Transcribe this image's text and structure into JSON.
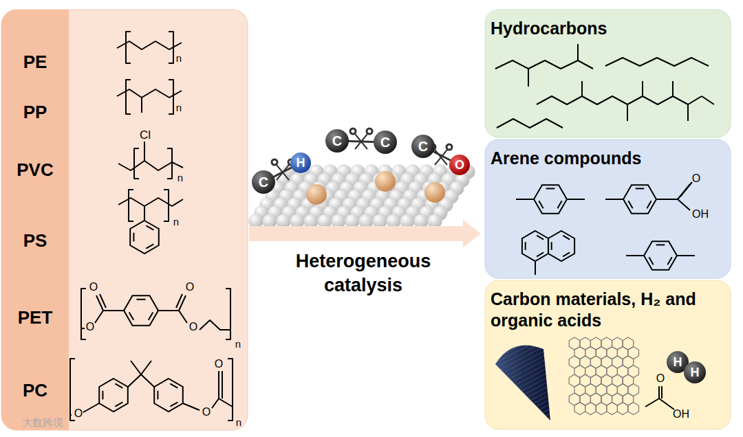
{
  "diagram": {
    "nodes": [
      {
        "text": [
          "PE",
          "PP",
          "PVC",
          "PS",
          "PET",
          "PC"
        ]
      },
      {
        "text": [
          "Hydrocarbons"
        ]
      },
      {
        "text": [
          "Arene compounds"
        ]
      },
      {
        "text": [
          "Carbon materials, H₂ and organic acids"
        ]
      }
    ],
    "edges": [
      {
        "from": 0,
        "to": 2,
        "arrow": "to"
      }
    ],
    "labels": [
      "n",
      "n",
      "Cl",
      "n",
      "n",
      "O",
      "O",
      "O",
      "O",
      "n",
      "O",
      "O",
      "O",
      "n",
      "C",
      "H",
      "C",
      "C",
      "C",
      "O",
      "Heterogeneous catalysis",
      "O",
      "OH",
      "O",
      "OH",
      "H",
      "H",
      "大数跨境"
    ]
  }
}
